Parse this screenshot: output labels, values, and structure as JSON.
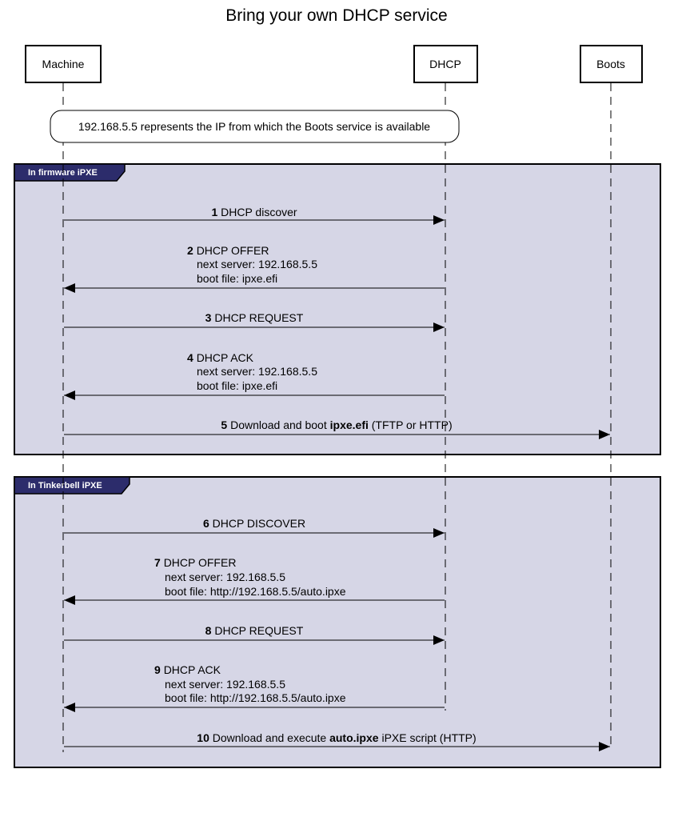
{
  "title": "Bring your own DHCP service",
  "participants": {
    "machine": "Machine",
    "dhcp": "DHCP",
    "boots": "Boots"
  },
  "note": "192.168.5.5 represents the IP from which the Boots service is available",
  "colors": {
    "frame_fill": "#d6d6e6",
    "frame_tab": "#2c2c6b",
    "line": "#000000"
  },
  "groups": [
    {
      "label": "In firmware iPXE",
      "messages": [
        {
          "num": "1",
          "pre": "DHCP discover",
          "bold": "",
          "post": "",
          "extra": []
        },
        {
          "num": "2",
          "pre": "DHCP OFFER",
          "bold": "",
          "post": "",
          "extra": [
            "next server: 192.168.5.5",
            "boot file: ipxe.efi"
          ]
        },
        {
          "num": "3",
          "pre": "DHCP REQUEST",
          "bold": "",
          "post": "",
          "extra": []
        },
        {
          "num": "4",
          "pre": "DHCP ACK",
          "bold": "",
          "post": "",
          "extra": [
            "next server: 192.168.5.5",
            "boot file: ipxe.efi"
          ]
        },
        {
          "num": "5",
          "pre": "Download and boot ",
          "bold": "ipxe.efi",
          "post": " (TFTP or HTTP)",
          "extra": []
        }
      ]
    },
    {
      "label": "In Tinkerbell iPXE",
      "messages": [
        {
          "num": "6",
          "pre": "DHCP DISCOVER",
          "bold": "",
          "post": "",
          "extra": []
        },
        {
          "num": "7",
          "pre": "DHCP OFFER",
          "bold": "",
          "post": "",
          "extra": [
            "next server: 192.168.5.5",
            "boot file: http://192.168.5.5/auto.ipxe"
          ]
        },
        {
          "num": "8",
          "pre": "DHCP REQUEST",
          "bold": "",
          "post": "",
          "extra": []
        },
        {
          "num": "9",
          "pre": "DHCP ACK",
          "bold": "",
          "post": "",
          "extra": [
            "next server: 192.168.5.5",
            "boot file: http://192.168.5.5/auto.ipxe"
          ]
        },
        {
          "num": "10",
          "pre": "Download and execute ",
          "bold": "auto.ipxe",
          "post": " iPXE script (HTTP)",
          "extra": []
        }
      ]
    }
  ]
}
